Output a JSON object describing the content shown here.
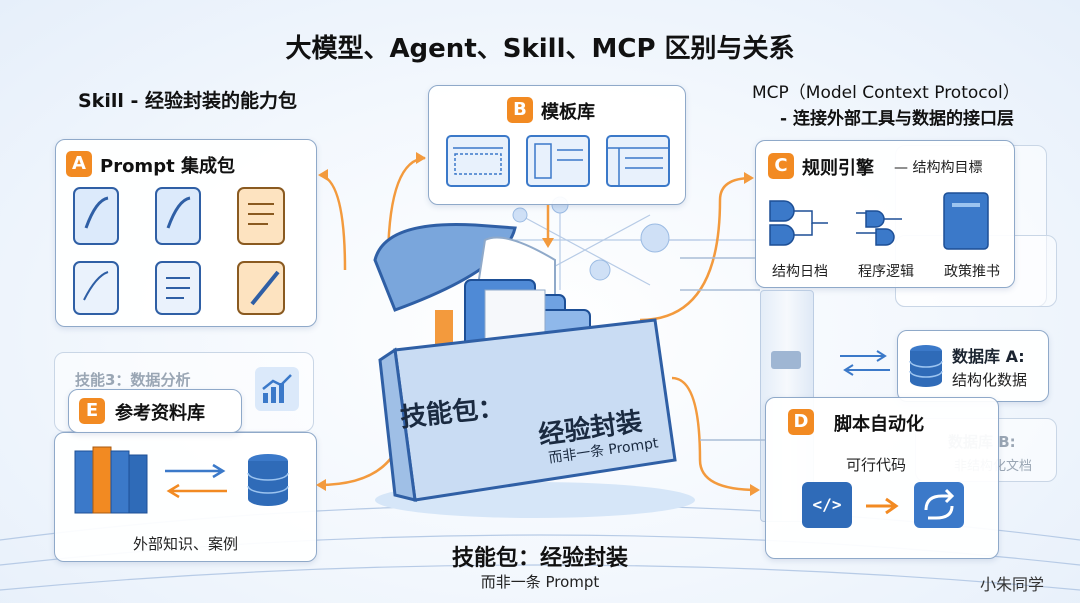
{
  "title": "大模型、Agent、Skill、MCP 区别与关系",
  "skill_heading": "Skill - 经验封装的能力包",
  "mcp_heading": {
    "line1": "MCP（Model Context Protocol）",
    "line2": "- 连接外部工具与数据的接口层"
  },
  "cards": {
    "prompt": {
      "badge": "A",
      "title": "Prompt 集成包"
    },
    "template": {
      "badge": "B",
      "title": "模板库"
    },
    "rules": {
      "badge": "C",
      "title": "规则引擎",
      "subtitle": "— 结构构目標",
      "items": [
        "结构日档",
        "程序逻辑",
        "政策推书"
      ]
    },
    "script": {
      "badge": "D",
      "title": "脚本自动化",
      "subtitle": "可行代码"
    },
    "reference": {
      "badge": "E",
      "title": "参考资料库",
      "caption": "外部知识、案例"
    },
    "database_a": {
      "line1": "数据库 A:",
      "line2": "结构化数据"
    },
    "database_b": {
      "line1": "数据库 B:",
      "line2": "非结构化文档"
    }
  },
  "ghost_skill": "技能3：数据分析",
  "box": {
    "front_line1": "技能包：",
    "front_line2": "经验封装",
    "front_line3": "而非一条 Prompt"
  },
  "bottom": {
    "line1": "技能包：经验封装",
    "line2": "而非一条 Prompt"
  },
  "watermark": "小朱同学",
  "colors": {
    "accent_orange": "#f28a22",
    "card_border": "#8fa9c9",
    "blue_icon": "#3b79c9",
    "orange_line": "#f39a3d"
  }
}
